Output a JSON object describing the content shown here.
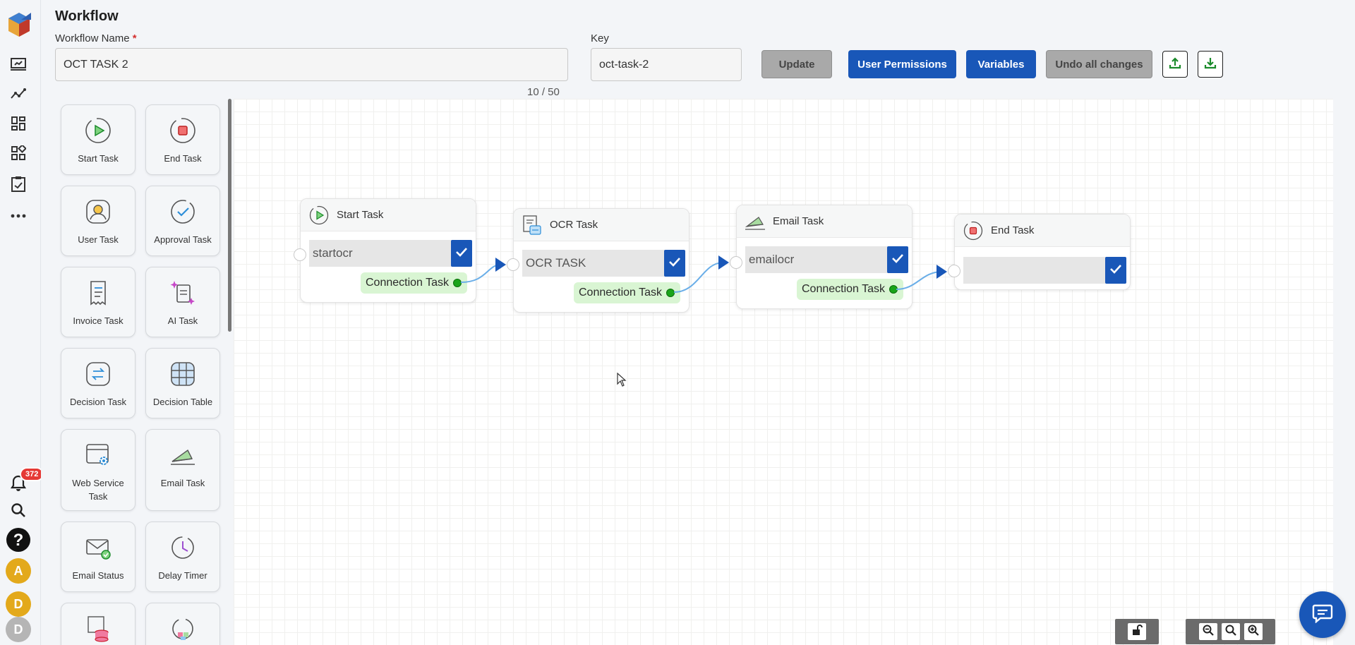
{
  "app": {
    "title": "Workflow"
  },
  "form": {
    "name_label": "Workflow Name",
    "required_mark": "*",
    "name_value": "OCT TASK 2",
    "counter": "10 / 50",
    "key_label": "Key",
    "key_value": "oct-task-2"
  },
  "toolbar": {
    "update": "Update",
    "user_permissions": "User Permissions",
    "variables": "Variables",
    "undo_all": "Undo all changes",
    "upload_icon": "upload-icon",
    "download_icon": "download-icon"
  },
  "rail": {
    "notification_count": "372",
    "avatars": [
      "A",
      "D",
      "D"
    ]
  },
  "palette": {
    "items": [
      "Start Task",
      "End Task",
      "User Task",
      "Approval Task",
      "Invoice Task",
      "AI Task",
      "Decision Task",
      "Decision Table",
      "Web Service Task",
      "Email Task",
      "Email Status",
      "Delay Timer"
    ]
  },
  "nodes": [
    {
      "title": "Start Task",
      "field": "startocr",
      "connection": "Connection Task"
    },
    {
      "title": "OCR Task",
      "field": "OCR TASK",
      "connection": "Connection Task"
    },
    {
      "title": "Email Task",
      "field": "emailocr",
      "connection": "Connection Task"
    },
    {
      "title": "End Task",
      "field": ""
    }
  ],
  "colors": {
    "primary": "#1957b8",
    "connection_bg": "#d9f5d3",
    "badge": "#e53935"
  }
}
